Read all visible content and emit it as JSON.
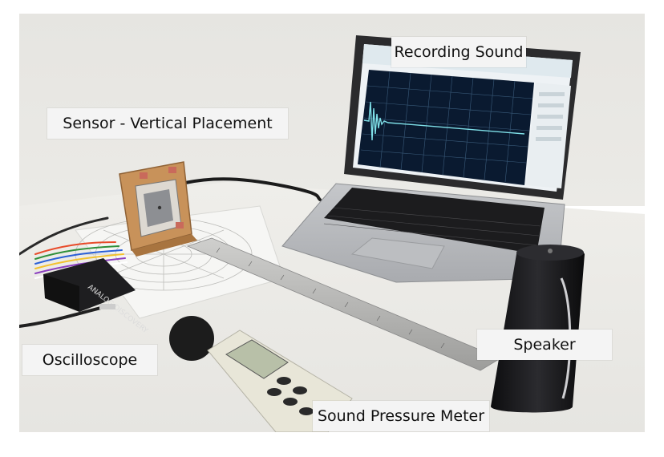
{
  "labels": {
    "recording_sound": "Recording Sound",
    "sensor_vertical": "Sensor - Vertical Placement",
    "speaker": "Speaker",
    "oscilloscope": "Oscilloscope",
    "sound_pressure_meter": "Sound Pressure Meter"
  },
  "device_text": {
    "oscilloscope_brand": "ANALOG DISCOVERY"
  },
  "colors": {
    "background_wall": "#e9e8e4",
    "table_surface": "#ecebe7",
    "laptop_body": "#b9bbbe",
    "scope_screen": "#0a1a30",
    "trace": "#7fe0e8",
    "speaker_body": "#1a1a1c",
    "meter_body": "#e8e6d8",
    "ruler": "#b8b8b6",
    "sensor_wood": "#c8925a"
  }
}
